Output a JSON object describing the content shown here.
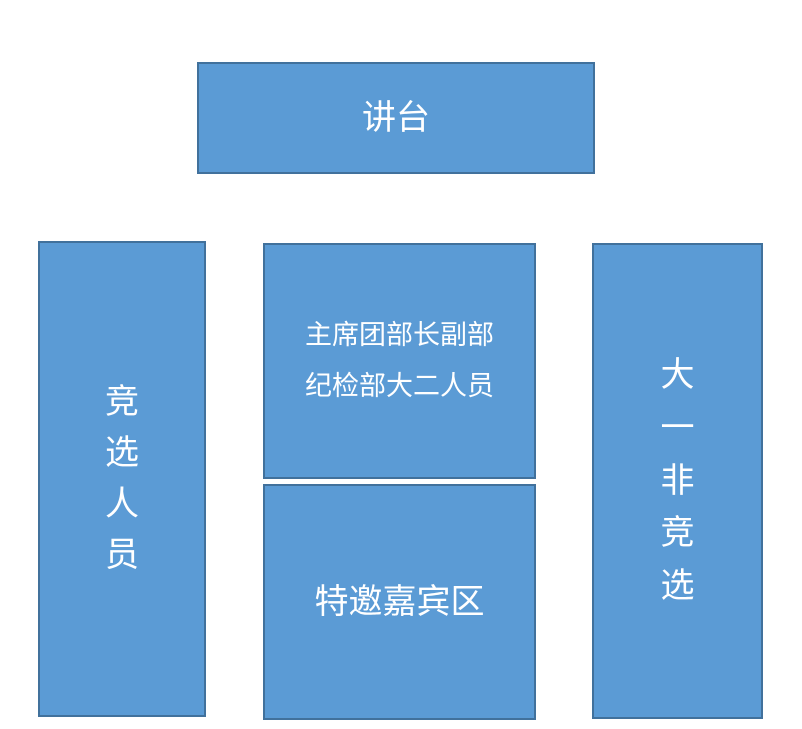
{
  "diagram": {
    "podium": {
      "label": "讲台"
    },
    "candidates": {
      "label": "竞\n选\n人\n员"
    },
    "officials": {
      "label": "主席团部长副部\n纪检部大二人员"
    },
    "guests": {
      "label": "特邀嘉宾区"
    },
    "freshmen": {
      "label": "大\n一\n非\n竞\n选"
    }
  },
  "colors": {
    "box_fill": "#5b9bd5",
    "box_border": "#41719c",
    "text": "#ffffff"
  }
}
